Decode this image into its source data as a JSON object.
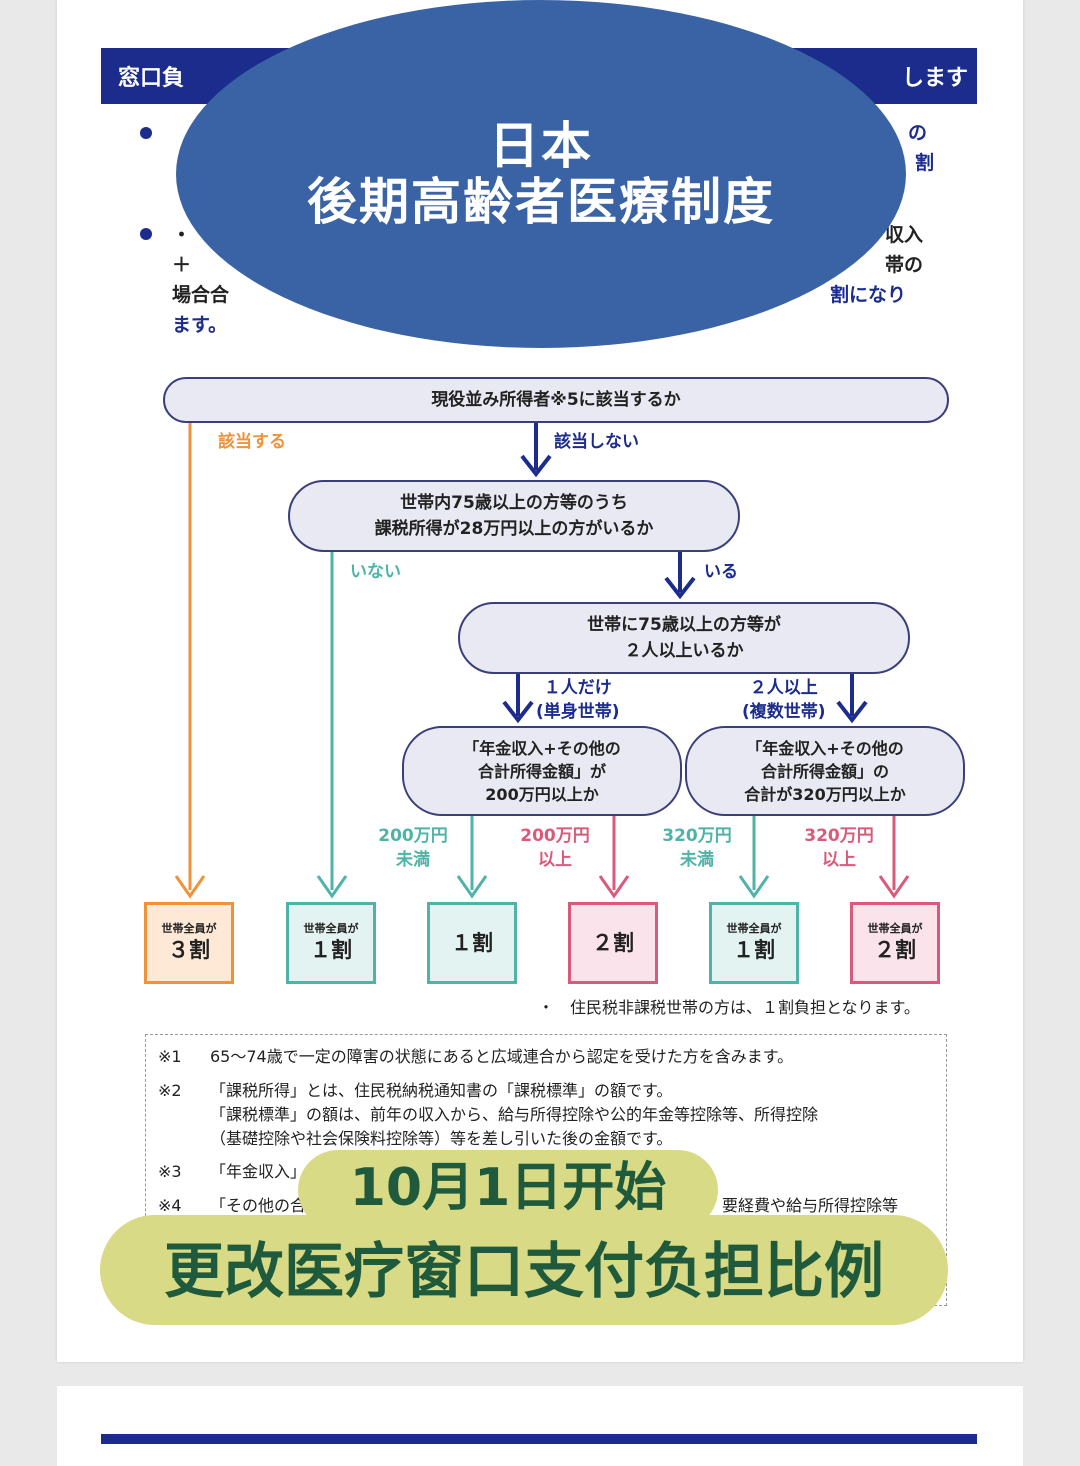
{
  "header": {
    "left_label": "窓口負",
    "right_label": "します"
  },
  "intro": {
    "b1_right1": "の",
    "b1_right2": "割",
    "b2_line1_left": "・",
    "b2_line1_right": "収入",
    "b2_line2_left": "＋",
    "b2_line2_right": "帯の",
    "b2_line3_left": "場合合",
    "b2_line3_right": "割になり",
    "b2_line4": "ます。"
  },
  "title_oval": {
    "line1": "日本",
    "line2": "後期高齢者医療制度"
  },
  "flow": {
    "q1": "現役並み所得者※5に該当するか",
    "q1_yes": "該当する",
    "q1_no": "該当しない",
    "q2_line1": "世帯内75歳以上の方等のうち",
    "q2_line2": "課税所得が28万円以上の方がいるか",
    "q2_no": "いない",
    "q2_yes": "いる",
    "q3_line1": "世帯に75歳以上の方等が",
    "q3_line2": "２人以上いるか",
    "q3_one_1": "１人だけ",
    "q3_one_2": "(単身世帯)",
    "q3_multi_1": "２人以上",
    "q3_multi_2": "(複数世帯)",
    "q4a_line1": "「年金収入+その他の",
    "q4a_line2": "合計所得金額」が",
    "q4a_line3": "200万円以上か",
    "q4b_line1": "「年金収入+その他の",
    "q4b_line2": "合計所得金額」の",
    "q4b_line3": "合計が320万円以上か",
    "a_under_1": "200万円",
    "a_under_2": "未満",
    "a_over_1": "200万円",
    "a_over_2": "以上",
    "b_under_1": "320万円",
    "b_under_2": "未満",
    "b_over_1": "320万円",
    "b_over_2": "以上"
  },
  "results": [
    {
      "small": "世帯全員が",
      "big": "３割"
    },
    {
      "small": "世帯全員が",
      "big": "１割"
    },
    {
      "small": "",
      "big": "１割"
    },
    {
      "small": "",
      "big": "２割"
    },
    {
      "small": "世帯全員が",
      "big": "１割"
    },
    {
      "small": "世帯全員が",
      "big": "２割"
    }
  ],
  "footnote_bullet": "・　住民税非課税世帯の方は、１割負担となります。",
  "notes": {
    "n1_mark": "※1",
    "n1": "65〜74歳で一定の障害の状態にあると広域連合から認定を受けた方を含みます。",
    "n2_mark": "※2",
    "n2_l1": "「課税所得」とは、住民税納税通知書の「課税標準」の額です。",
    "n2_l2": "「課税標準」の額は、前年の収入から、給与所得控除や公的年金等控除等、所得控除",
    "n2_l3": "（基礎控除や社会保険料控除等）等を差し引いた後の金額です。",
    "n3_mark": "※3",
    "n3": "「年金収入」",
    "n4_mark": "※4",
    "n4_left": "「その他の合",
    "n4_right": "要経費や給与所得控除等"
  },
  "banner": {
    "line1": "10月1日开始",
    "line2": "更改医疗窗口支付负担比例"
  },
  "colors": {
    "navy": "#1b2c8c",
    "orange": "#f0923a",
    "teal": "#4fb3a8",
    "pink": "#d95a7a",
    "oval": "#3a63a6",
    "banner": "#d8da86"
  }
}
